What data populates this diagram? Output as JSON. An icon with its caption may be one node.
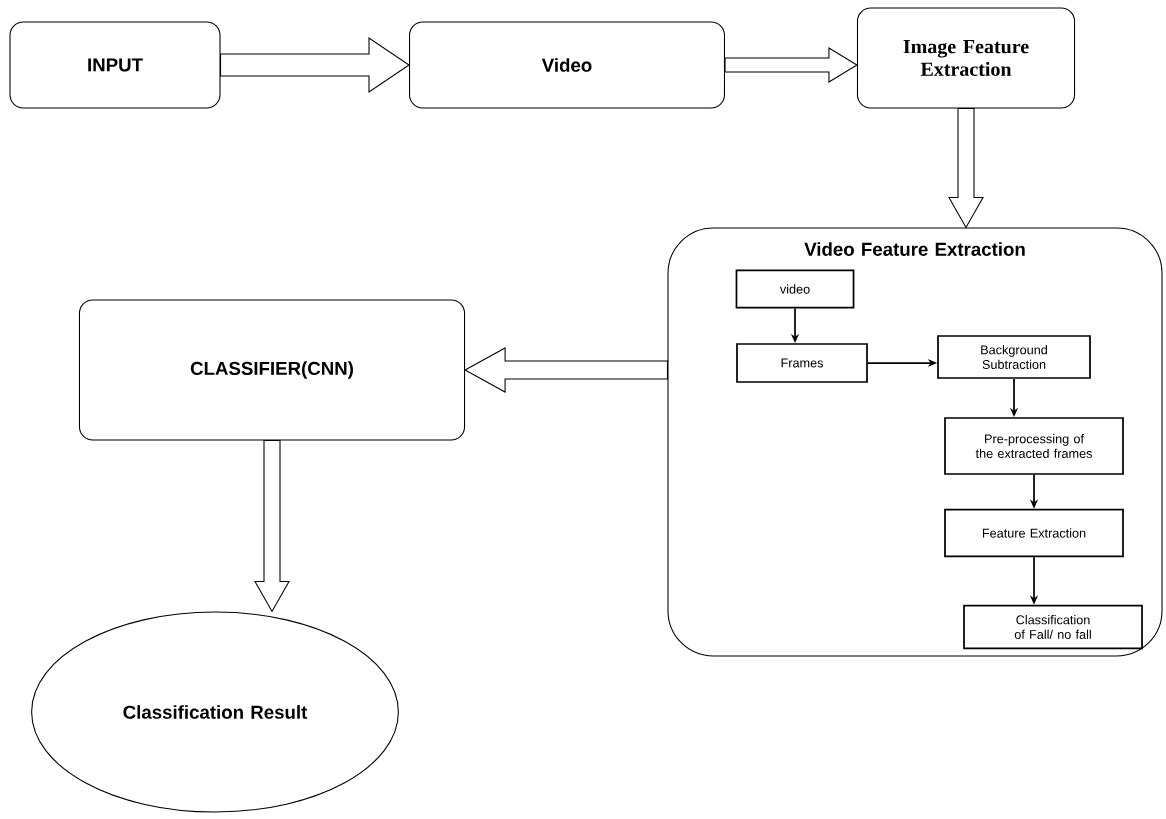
{
  "diagram": {
    "nodes": [
      {
        "text": [
          "INPUT"
        ]
      },
      {
        "text": [
          "Video"
        ]
      },
      {
        "text": [
          "Image Feature Extraction"
        ]
      },
      {
        "text": [
          "Video Feature Extraction"
        ]
      },
      {
        "text": [
          "video"
        ],
        "in": 3
      },
      {
        "text": [
          "Frames"
        ],
        "in": 3
      },
      {
        "text": [
          "Background Subtraction"
        ],
        "in": 3
      },
      {
        "text": [
          "Pre-processing of the extracted frames"
        ],
        "in": 3
      },
      {
        "text": [
          "Feature Extraction"
        ],
        "in": 3
      },
      {
        "text": [
          "Classification of Fall/ no fall"
        ],
        "in": 3
      },
      {
        "text": [
          "CLASSIFIER(CNN)"
        ]
      },
      {
        "text": [
          "Classification Result"
        ]
      }
    ],
    "edges": [
      {
        "from": 0,
        "to": 1,
        "arrow": "to",
        "style": "thick"
      },
      {
        "from": 1,
        "to": 2,
        "arrow": "to",
        "style": "thick"
      },
      {
        "from": 2,
        "to": 3,
        "arrow": "to",
        "style": "thick"
      },
      {
        "from": 3,
        "to": 10,
        "arrow": "to",
        "style": "thick"
      },
      {
        "from": 10,
        "to": 11,
        "arrow": "to",
        "style": "thick"
      },
      {
        "from": 4,
        "to": 5,
        "arrow": "to"
      },
      {
        "from": 5,
        "to": 6,
        "arrow": "to"
      },
      {
        "from": 6,
        "to": 7,
        "arrow": "to"
      },
      {
        "from": 7,
        "to": 8,
        "arrow": "to"
      },
      {
        "from": 8,
        "to": 9,
        "arrow": "to"
      }
    ]
  }
}
